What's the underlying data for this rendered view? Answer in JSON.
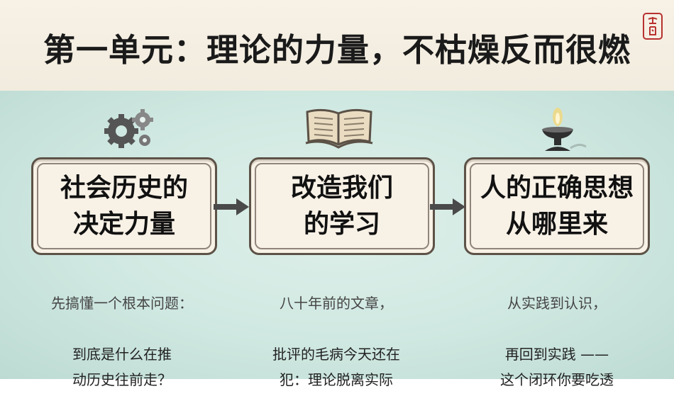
{
  "title": "第一单元：理论的力量，不枯燥反而很燃",
  "seal_text": "大\n图",
  "cards": [
    {
      "label": "社会历史的\n决定力量",
      "icon": "gears-icon",
      "desc_first": "先搞懂一个根本问题：",
      "desc_rest": "到底是什么在推\n动历史往前走？"
    },
    {
      "label": "改造我们\n的学习",
      "icon": "open-book-icon",
      "desc_first": "八十年前的文章，",
      "desc_rest": "批评的毛病今天还在\n犯：理论脱离实际"
    },
    {
      "label": "人的正确思想\n从哪里来",
      "icon": "oil-lamp-icon",
      "desc_first": "从实践到认识，",
      "desc_rest": "再回到实践 ——\n这个闭环你要吃透"
    }
  ],
  "colors": {
    "card_border": "#5d5247",
    "card_fill": "#f8f1e6",
    "arrow": "#4a4a4a",
    "seal": "#b8312f"
  }
}
